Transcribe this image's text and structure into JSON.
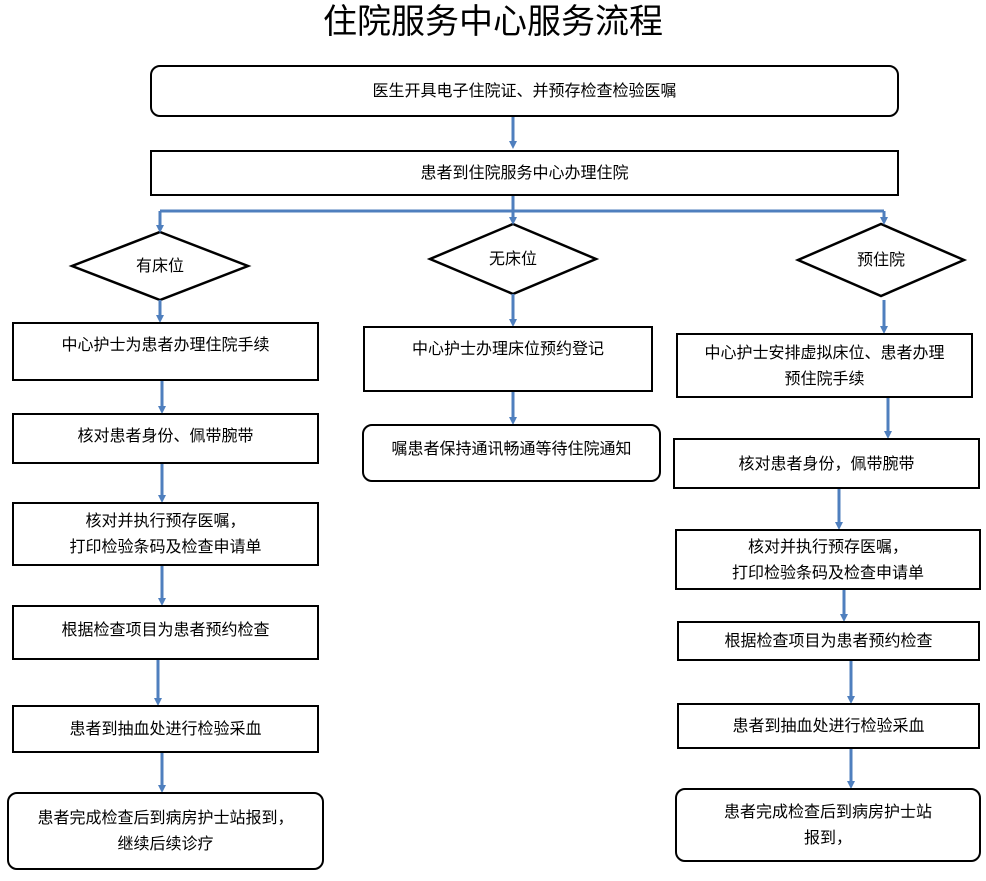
{
  "title": "住院服务中心服务流程",
  "colors": {
    "arrow": "#4f7fbe",
    "border": "#000000",
    "background": "#ffffff"
  },
  "top": {
    "step1": "医生开具电子住院证、并预存检查检验医嘱",
    "step2": "患者到住院服务中心办理住院"
  },
  "decisions": {
    "left": "有床位",
    "middle": "无床位",
    "right": "预住院"
  },
  "left_steps": [
    "中心护士为患者办理住院手续",
    "核对患者身份、佩带腕带",
    "核对并执行预存医嘱，\n打印检验条码及检查申请单",
    "根据检查项目为患者预约检查",
    "患者到抽血处进行检验采血",
    "患者完成检查后到病房护士站报到，\n继续后续诊疗"
  ],
  "middle_steps": [
    "中心护士办理床位预约登记",
    "嘱患者保持通讯畅通等待住院通知"
  ],
  "right_steps": [
    "中心护士安排虚拟床位、患者办理\n预住院手续",
    "核对患者身份，佩带腕带",
    "核对并执行预存医嘱，\n打印检验条码及检查申请单",
    "根据检查项目为患者预约检查",
    "患者到抽血处进行检验采血",
    "患者完成检查后到病房护士站\n报到，"
  ]
}
